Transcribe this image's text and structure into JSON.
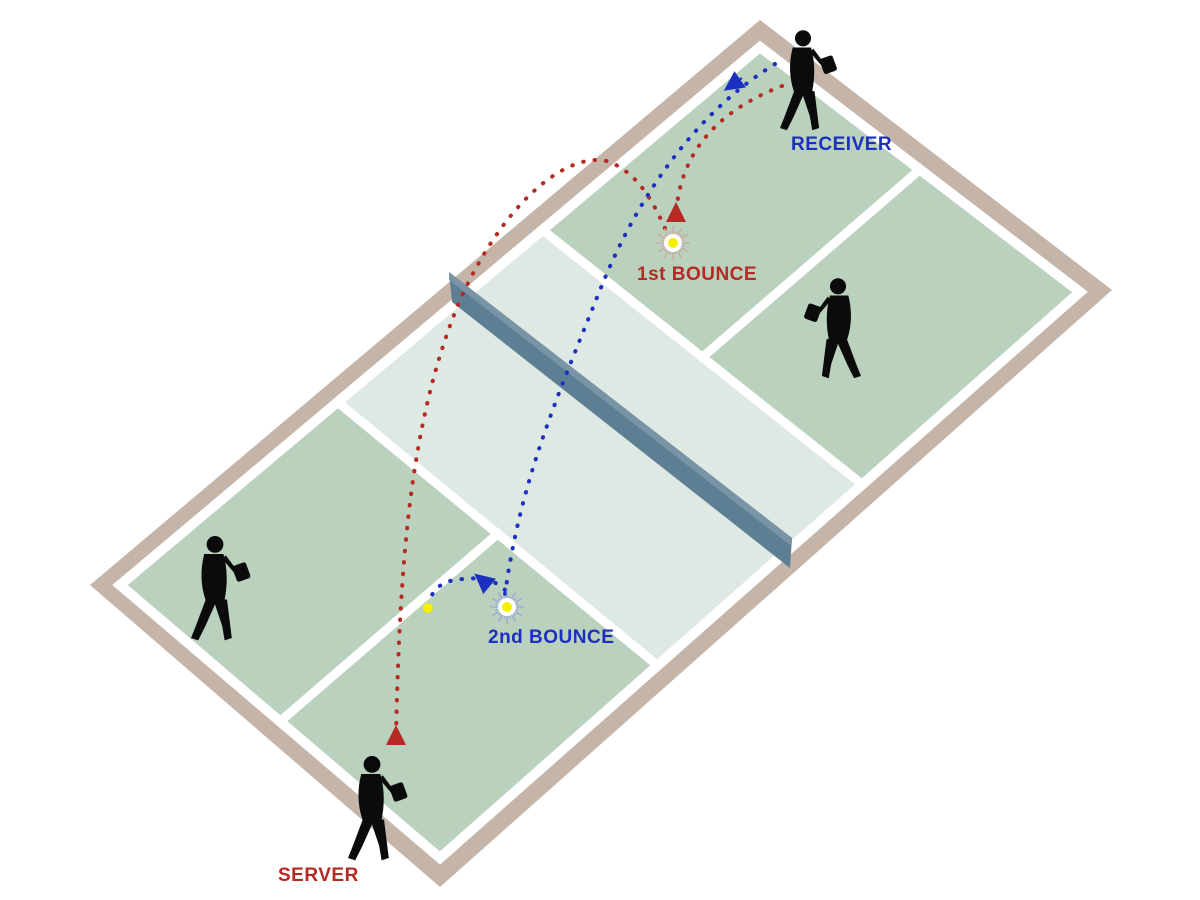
{
  "labels": {
    "receiver": "RECEIVER",
    "server": "SERVER",
    "first_bounce": "1st BOUNCE",
    "second_bounce": "2nd BOUNCE"
  },
  "colors": {
    "surround": "#c4b5a8",
    "lines": "#ffffff",
    "service_court": "#b9d1bd",
    "kitchen": "#dfe9e3",
    "net": "#5e7f93",
    "serve_path": "#b52a22",
    "return_path": "#1c2fc0",
    "ball": "#f4f000"
  }
}
